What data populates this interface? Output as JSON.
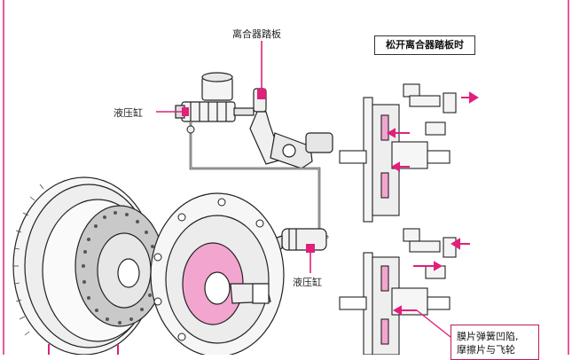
{
  "labels": {
    "pedal": "离合器踏板",
    "master_cylinder": "液压缸",
    "slave_cylinder": "液压缸",
    "release_title": "松开离合器踏板时",
    "note_line1": "膜片弹簧凹陷,",
    "note_line2": "摩擦片与飞轮"
  },
  "colors": {
    "accent": "#e0207a",
    "line": "#222222",
    "friction": "#f2a6cf",
    "border": "#e0207a"
  }
}
